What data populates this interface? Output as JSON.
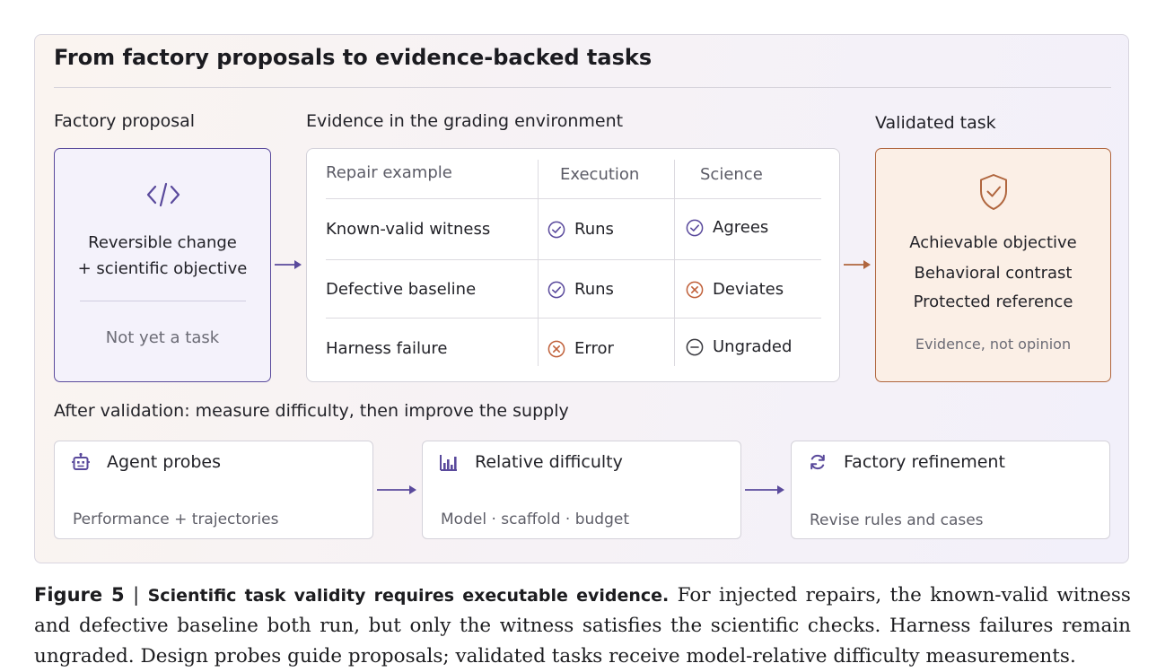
{
  "title": "From factory proposals to evidence-backed tasks",
  "proposal": {
    "label": "Factory proposal",
    "line1": "Reversible change",
    "line2": "+ scientific objective",
    "note": "Not yet a task",
    "icon": "code-icon"
  },
  "evidence": {
    "label": "Evidence in the grading environment",
    "headers": [
      "Repair example",
      "Execution",
      "Science"
    ],
    "rows": [
      {
        "example": "Known-valid witness",
        "execution": "Runs",
        "execution_status": "check",
        "science": "Agrees",
        "science_status": "check"
      },
      {
        "example": "Defective baseline",
        "execution": "Runs",
        "execution_status": "check",
        "science": "Deviates",
        "science_status": "cross"
      },
      {
        "example": "Harness failure",
        "execution": "Error",
        "execution_status": "cross",
        "science": "Ungraded",
        "science_status": "minus"
      }
    ]
  },
  "validated": {
    "label": "Validated task",
    "lines": [
      "Achievable objective",
      "Behavioral contrast",
      "Protected reference"
    ],
    "note": "Evidence, not opinion",
    "icon": "shield-check-icon"
  },
  "after_label": "After validation: measure difficulty, then improve the supply",
  "steps": [
    {
      "title": "Agent probes",
      "sub": "Performance + trajectories",
      "icon": "robot-icon"
    },
    {
      "title": "Relative difficulty",
      "sub": "Model · scaffold · budget",
      "icon": "bar-chart-icon"
    },
    {
      "title": "Factory refinement",
      "sub": "Revise rules and cases",
      "icon": "refresh-icon"
    }
  ],
  "caption": {
    "label": "Figure 5",
    "separator": "|",
    "bold": "Scientific task validity requires executable evidence.",
    "text": "For injected repairs, the known-valid witness and defective baseline both run, but only the witness satisfies the scientific checks. Harness failures remain ungraded. Design probes guide proposals; validated tasks receive model-relative difficulty measurements."
  },
  "colors": {
    "purple": "#5a4a9c",
    "orange": "#b0663e",
    "check": "#5a4a9c",
    "cross": "#c0603a",
    "minus": "#3a3a40"
  }
}
